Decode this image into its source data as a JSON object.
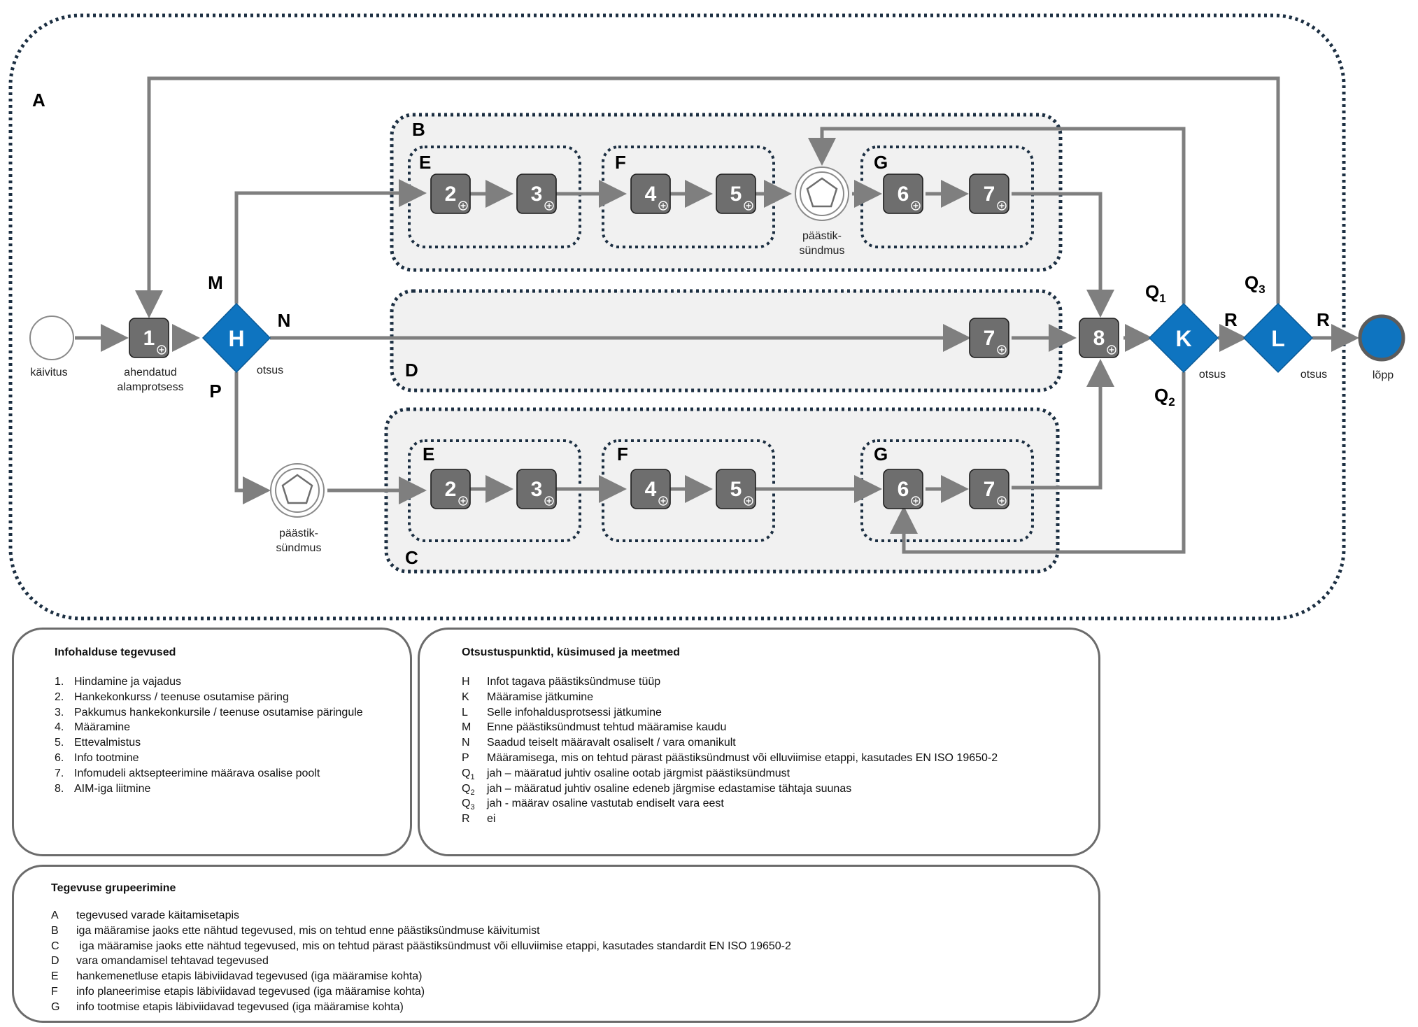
{
  "diagram": {
    "group_labels": {
      "A": "A",
      "B": "B",
      "C": "C",
      "D": "D",
      "E": "E",
      "F": "F",
      "G": "G"
    },
    "nodes": {
      "start_label": "käivitus",
      "end_label": "lõpp",
      "subprocess_label_1": "ahendatud",
      "subprocess_label_2": "alamprotsess",
      "trigger_label_1": "päästik-",
      "trigger_label_2": "sündmus",
      "decision_label": "otsus",
      "gateway_H": "H",
      "gateway_K": "K",
      "gateway_L": "L",
      "task_1": "1",
      "task_2": "2",
      "task_3": "3",
      "task_4": "4",
      "task_5": "5",
      "task_6": "6",
      "task_7": "7",
      "task_8": "8"
    },
    "flow_labels": {
      "M": "M",
      "N": "N",
      "P": "P",
      "Q": "Q",
      "q1": "1",
      "q2": "2",
      "q3": "3",
      "R": "R"
    },
    "colors": {
      "task_fill": "#6e6e6e",
      "gateway_fill": "#0e74c0",
      "end_fill": "#0e74c0",
      "arrow": "#7f7f7f",
      "group_border": "#1c2f42",
      "group_fill": "#f1f1f1"
    },
    "icons": {
      "task_marker": "plus-in-circle-icon",
      "trigger": "pentagon-icon"
    }
  },
  "legend_activities": {
    "title": "Infohalduse tegevused",
    "items": [
      {
        "code": "1.",
        "text": "Hindamine ja vajadus"
      },
      {
        "code": "2.",
        "text": "Hankekonkurss / teenuse osutamise päring"
      },
      {
        "code": "3.",
        "text": "Pakkumus hankekonkursile / teenuse osutamise päringule"
      },
      {
        "code": "4.",
        "text": "Määramine"
      },
      {
        "code": "5.",
        "text": "Ettevalmistus"
      },
      {
        "code": "6.",
        "text": "Info tootmine"
      },
      {
        "code": "7.",
        "text": "Infomudeli aktsepteerimine määrava osalise poolt"
      },
      {
        "code": "8.",
        "text": "AIM-iga liitmine"
      }
    ]
  },
  "legend_decisions": {
    "title": "Otsustuspunktid, küsimused ja meetmed",
    "items": [
      {
        "code": "H",
        "sub": "",
        "text": "Infot tagava päästiksündmuse tüüp"
      },
      {
        "code": "K",
        "sub": "",
        "text": "Määramise jätkumine"
      },
      {
        "code": "L",
        "sub": "",
        "text": "Selle infohaldusprotsessi jätkumine"
      },
      {
        "code": "M",
        "sub": "",
        "text": "Enne päästiksündmust tehtud määramise kaudu"
      },
      {
        "code": "N",
        "sub": "",
        "text": "Saadud teiselt määravalt osaliselt / vara omanikult"
      },
      {
        "code": "P",
        "sub": "",
        "text": "Määramisega, mis on tehtud pärast päästiksündmust või elluviimise etappi, kasutades EN ISO 19650-2"
      },
      {
        "code": "Q",
        "sub": "1",
        "text": "jah – määratud juhtiv osaline ootab järgmist päästiksündmust"
      },
      {
        "code": "Q",
        "sub": "2",
        "text": "jah – määratud juhtiv osaline edeneb järgmise edastamise tähtaja suunas"
      },
      {
        "code": "Q",
        "sub": "3",
        "text": "jah - määrav osaline vastutab endiselt vara eest"
      },
      {
        "code": "R",
        "sub": "",
        "text": "ei"
      }
    ]
  },
  "legend_grouping": {
    "title": "Tegevuse grupeerimine",
    "items": [
      {
        "code": "A",
        "text": "tegevused varade käitamisetapis"
      },
      {
        "code": "B",
        "text": "iga määramise jaoks ette nähtud tegevused, mis on tehtud enne päästiksündmuse käivitumist"
      },
      {
        "code": "C",
        "text": " iga määramise jaoks ette nähtud tegevused, mis on tehtud pärast päästiksündmust või elluviimise etappi, kasutades standardit EN ISO 19650-2"
      },
      {
        "code": "D",
        "text": "vara omandamisel tehtavad tegevused"
      },
      {
        "code": "E",
        "text": "hankemenetluse etapis läbiviidavad tegevused (iga määramise kohta)"
      },
      {
        "code": "F",
        "text": "info planeerimise etapis läbiviidavad tegevused (iga määramise kohta)"
      },
      {
        "code": "G",
        "text": "info tootmise etapis läbiviidavad tegevused (iga määramise kohta)"
      }
    ]
  }
}
